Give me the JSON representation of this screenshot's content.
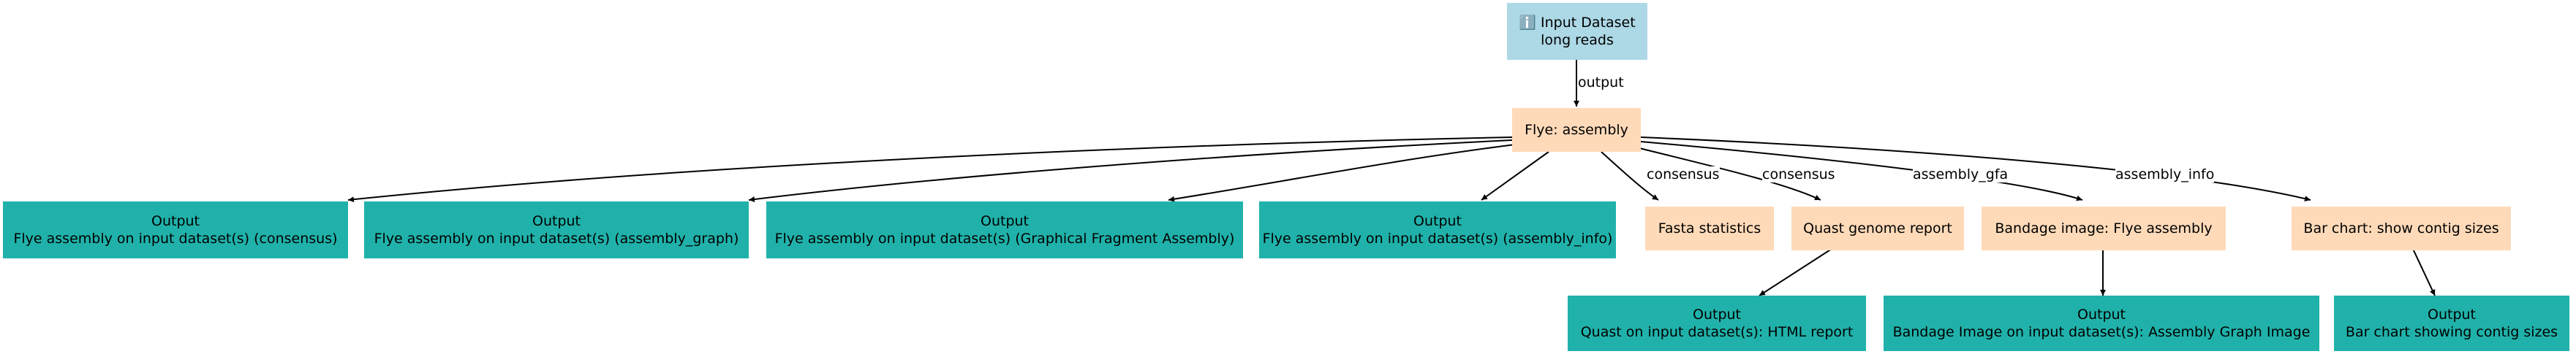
{
  "nodes": {
    "input": {
      "title": "ℹ️ Input Dataset",
      "subtitle": "long reads"
    },
    "flye": {
      "label": "Flye: assembly"
    },
    "fasta_stats": {
      "label": "Fasta statistics"
    },
    "quast": {
      "label": "Quast genome report"
    },
    "bandage": {
      "label": "Bandage image: Flye assembly"
    },
    "bar_chart": {
      "label": "Bar chart: show contig sizes"
    },
    "out_consensus": {
      "title": "Output",
      "subtitle": "Flye assembly on input dataset(s) (consensus)"
    },
    "out_graph": {
      "title": "Output",
      "subtitle": "Flye assembly on input dataset(s) (assembly_graph)"
    },
    "out_gfa": {
      "title": "Output",
      "subtitle": "Flye assembly on input dataset(s) (Graphical Fragment Assembly)"
    },
    "out_info": {
      "title": "Output",
      "subtitle": "Flye assembly on input dataset(s) (assembly_info)"
    },
    "out_quast": {
      "title": "Output",
      "subtitle": "Quast on input dataset(s):  HTML report"
    },
    "out_bandage": {
      "title": "Output",
      "subtitle": "Bandage Image on input dataset(s): Assembly Graph Image"
    },
    "out_bar": {
      "title": "Output",
      "subtitle": "Bar chart showing contig sizes"
    }
  },
  "edge_labels": {
    "input_to_flye": "output",
    "flye_to_fasta": "consensus",
    "flye_to_quast": "consensus",
    "flye_to_bandage": "assembly_gfa",
    "flye_to_bar": "assembly_info"
  },
  "colors": {
    "input_fill": "#add8e6",
    "tool_fill": "#ffdab9",
    "output_fill": "#20b2aa",
    "edge": "#000000"
  }
}
